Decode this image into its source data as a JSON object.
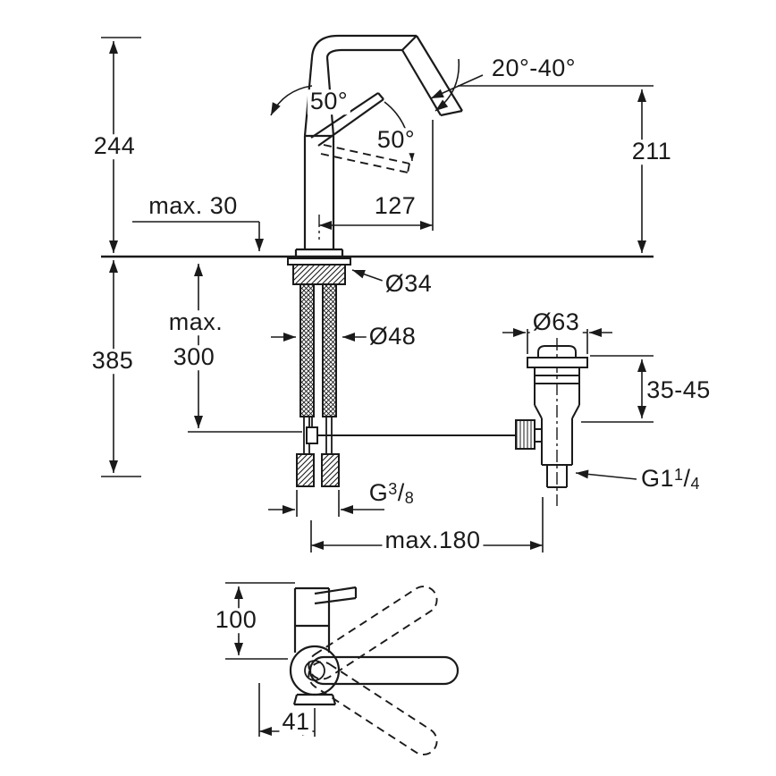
{
  "drawing": {
    "kind": "technical-dimension-drawing"
  },
  "labels": {
    "height_overall": "244",
    "deck_thickness": "max. 30",
    "depth_below": "385",
    "hose_length_line1": "max.",
    "hose_length_line2": "300",
    "handle_angle_front": "50°",
    "handle_angle_side": "50°",
    "spout_angle_range": "20°-40°",
    "spout_projection": "127",
    "spout_height": "211",
    "shank_diameter": "Ø34",
    "hole_diameter": "Ø48",
    "waste_flange_diameter": "Ø63",
    "waste_adjust_range": "35-45",
    "hose_thread": {
      "base": "G",
      "sup": "3",
      "slash": "/",
      "sub": "8"
    },
    "waste_thread": {
      "base": "G1",
      "sup": "1",
      "slash": "/",
      "sub": "4"
    },
    "center_distance": "max.180",
    "side_height": "100",
    "side_offset": "41",
    "line_color": "#1a1a1a"
  }
}
